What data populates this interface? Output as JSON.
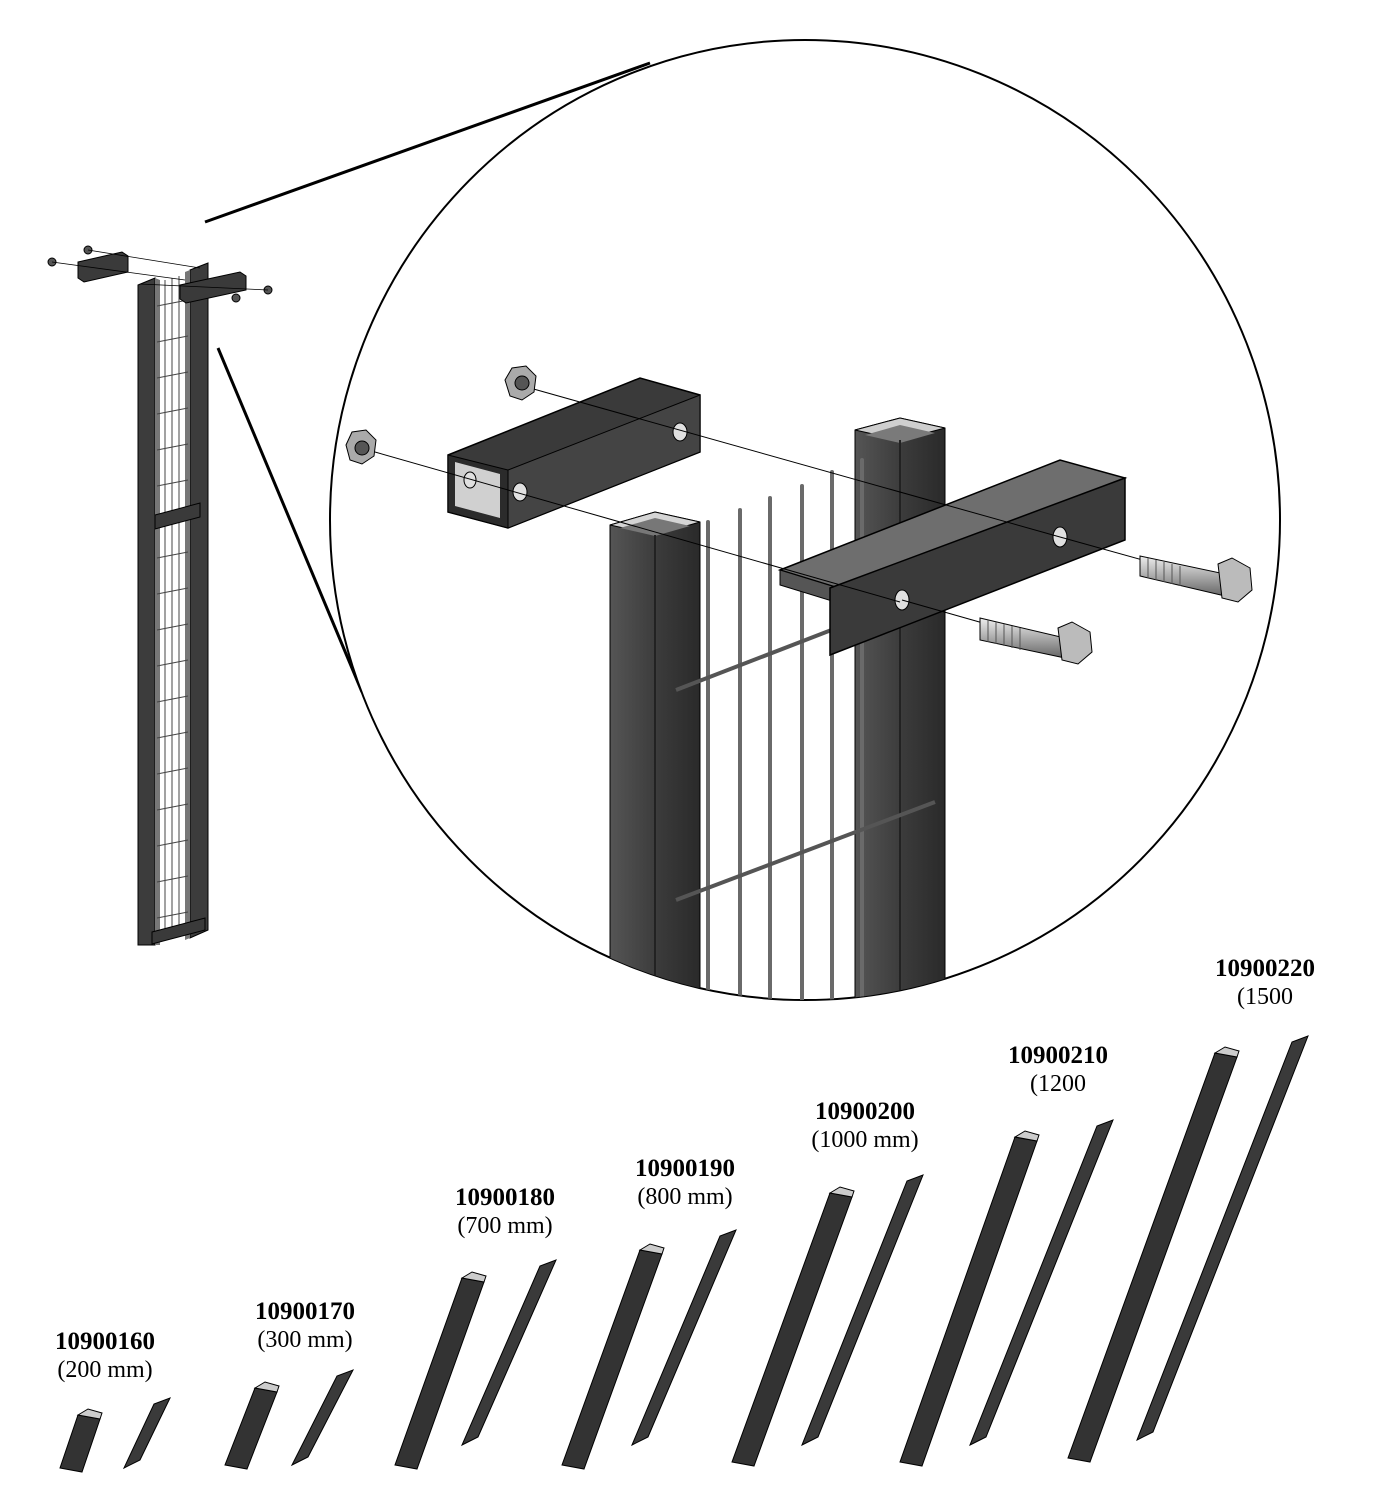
{
  "parts": [
    {
      "code": "10900160",
      "size": "(200 mm)"
    },
    {
      "code": "10900170",
      "size": "(300 mm)"
    },
    {
      "code": "10900180",
      "size": "(700 mm)"
    },
    {
      "code": "10900190",
      "size": "(800 mm)"
    },
    {
      "code": "10900200",
      "size": "(1000 mm)"
    },
    {
      "code": "10900210",
      "size": "(1200"
    },
    {
      "code": "10900220",
      "size": "(1500"
    }
  ],
  "colors": {
    "metal_dark": "#2e2e2e",
    "metal_mid": "#4a4a4a",
    "metal_light": "#8a8a8a",
    "outline": "#000000"
  }
}
